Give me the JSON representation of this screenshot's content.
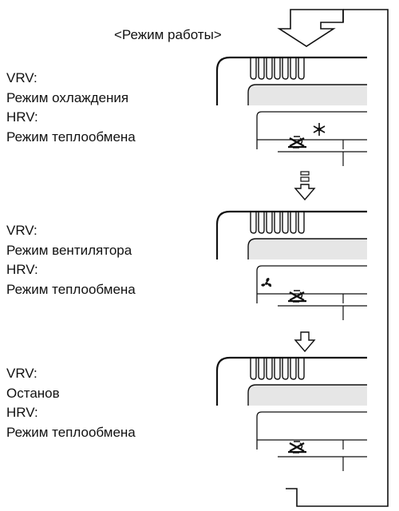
{
  "title": "<Режим работы>",
  "modes": [
    {
      "vrv_label": "VRV:",
      "vrv_mode": "Режим охлаждения",
      "hrv_label": "HRV:",
      "hrv_mode": "Режим теплообмена",
      "status_icon": "snowflake-icon",
      "unit_icon": "heat-exchange-fan-icon"
    },
    {
      "vrv_label": "VRV:",
      "vrv_mode": "Режим вентилятора",
      "hrv_label": "HRV:",
      "hrv_mode": "Режим теплообмена",
      "status_icon": "fan-icon",
      "unit_icon": "heat-exchange-fan-icon"
    },
    {
      "vrv_label": "VRV:",
      "vrv_mode": "Останов",
      "hrv_label": "HRV:",
      "hrv_mode": "Режим теплообмена",
      "status_icon": "",
      "unit_icon": "heat-exchange-fan-icon"
    }
  ],
  "colors": {
    "line": "#111111",
    "lcd_fill": "#e6e6e6",
    "panel_fill": "#ffffff"
  }
}
